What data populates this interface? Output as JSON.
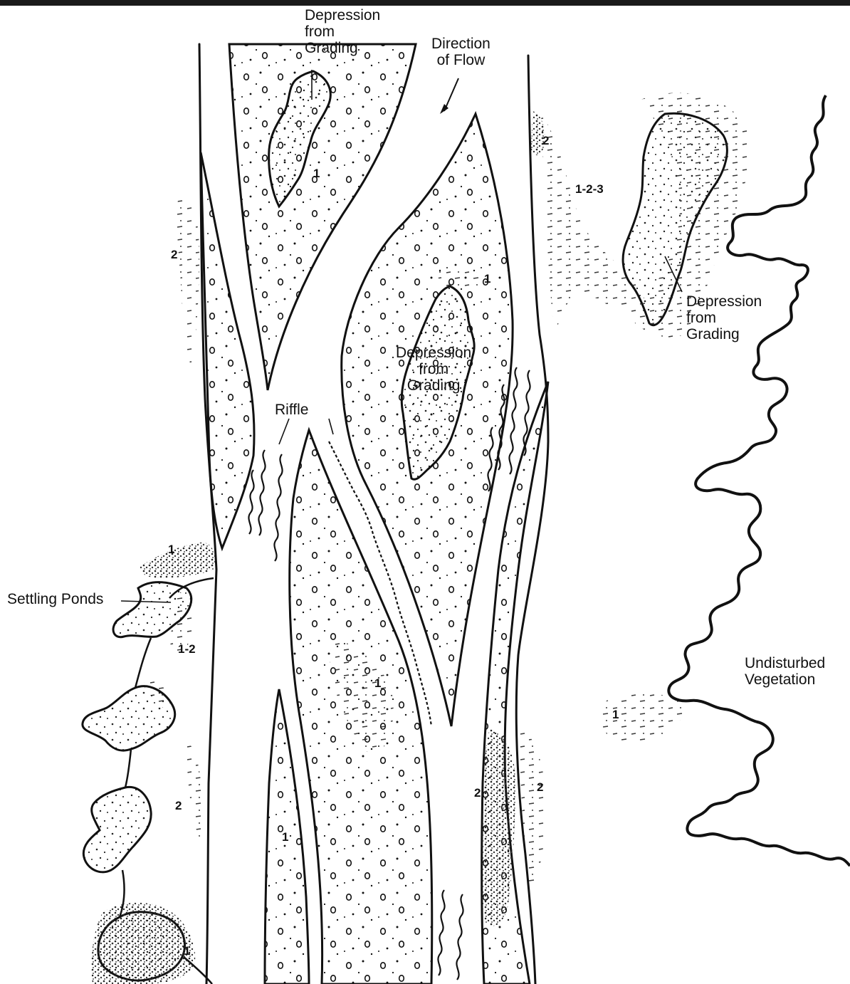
{
  "labels": {
    "depression_top": [
      "Depression",
      "from",
      "Grading"
    ],
    "direction_of_flow": [
      "Direction",
      "of Flow"
    ],
    "depression_right": [
      "Depression",
      "from",
      "Grading"
    ],
    "depression_center": [
      "Depression",
      "from",
      "Grading"
    ],
    "riffle": "Riffle",
    "settling_ponds": "Settling Ponds",
    "undisturbed_vegetation": [
      "Undisturbed",
      "Vegetation"
    ]
  },
  "markers": {
    "m1": "2",
    "m2": "1",
    "m3": "1-2-3",
    "m4": "2",
    "m5": "1",
    "m6": "1",
    "m7": "1-2",
    "m8": "1",
    "m9": "2",
    "m10": "2",
    "m11": "2",
    "m12": "1",
    "m13": "1",
    "m14": "1"
  },
  "colors": {
    "ink": "#111111",
    "stipple": "#2a2a2a",
    "background": "#ffffff"
  }
}
